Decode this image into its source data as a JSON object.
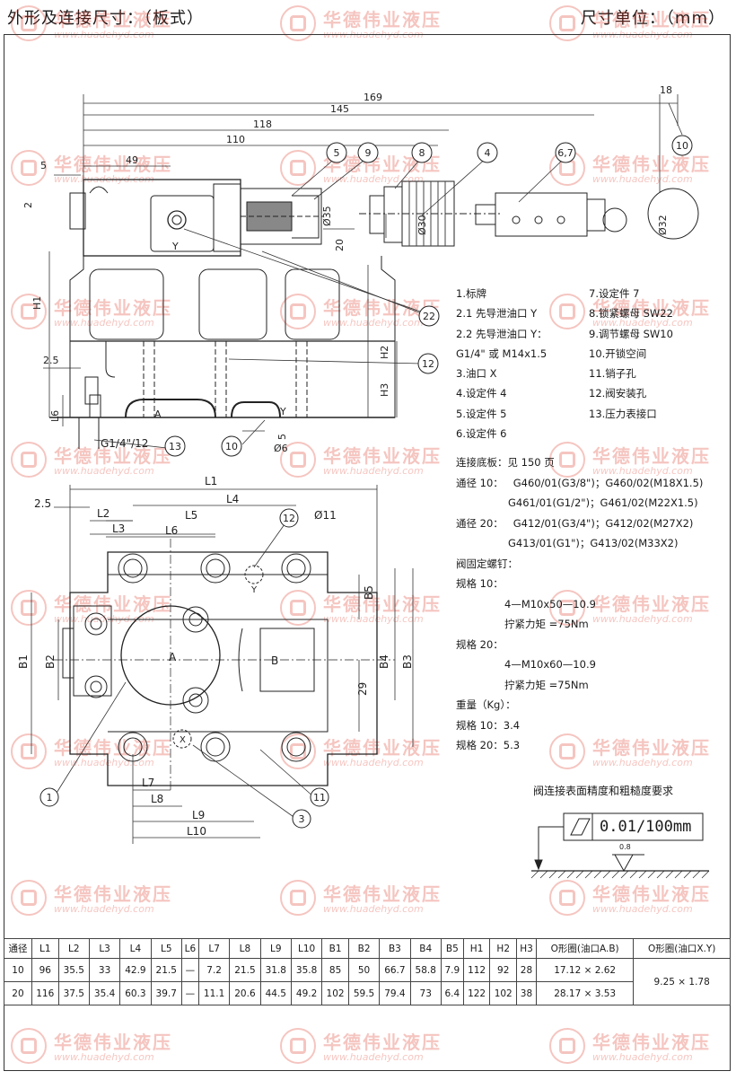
{
  "header": {
    "title": "外形及连接尺寸：（板式）",
    "unit": "尺寸单位：（mm）"
  },
  "watermark": {
    "company": "华德伟业液压",
    "url": "www.huadehyd.com",
    "color": "#dd3322"
  },
  "top_view": {
    "dims": [
      "169",
      "145",
      "118",
      "110",
      "49",
      "5",
      "2",
      "18",
      "H1",
      "H2",
      "H3",
      "2.5",
      "L6",
      "Ø35",
      "20",
      "Ø30",
      "Ø32",
      "Ø6",
      "5"
    ],
    "balloons": [
      "5",
      "9",
      "8",
      "4",
      "6,7",
      "10",
      "22",
      "12",
      "13",
      "10"
    ],
    "port_labels": [
      "Y",
      "A",
      "Y"
    ],
    "thread_label": "G1/4\"/12"
  },
  "legend_left": [
    "1.标牌",
    "2.1 先导泄油口 Y",
    "2.2 先导泄油口 Y：",
    "G1/4\" 或 M14x1.5",
    "3.油口 X",
    "4.设定件 4",
    "5.设定件 5",
    "6.设定件 6"
  ],
  "legend_right": [
    "7.设定件 7",
    "8.锁紧螺母 SW22",
    "9.调节螺母 SW10",
    "10.开锁空间",
    "11.销子孔",
    "12.阀安装孔",
    "13.压力表接口"
  ],
  "notes": {
    "subplate": "连接底板：见 150 页",
    "size10_label": "通径 10：",
    "size10_line1": "G460/01(G3/8\")；G460/02(M18X1.5)",
    "size10_line2": "G461/01(G1/2\")；G461/02(M22X1.5)",
    "size20_label": "通径 20：",
    "size20_line1": "G412/01(G3/4\")；G412/02(M27X2)",
    "size20_line2": "G413/01(G1\")；G413/02(M33X2)",
    "bolts_title": "阀固定螺钉：",
    "spec10": "规格 10：",
    "spec10_bolt": "4—M10x50—10.9",
    "spec10_torque": "拧紧力矩 =75Nm",
    "spec20": "规格 20：",
    "spec20_bolt": "4—M10x60—10.9",
    "spec20_torque": "拧紧力矩 =75Nm",
    "weight_title": "重量（Kg）：",
    "weight10": "规格 10：3.4",
    "weight20": "规格 20：5.3"
  },
  "bottom_view": {
    "dims": [
      "L1",
      "L4",
      "2.5",
      "L2",
      "L5",
      "L3",
      "L6",
      "Ø11",
      "B5",
      "B1",
      "B2",
      "B4",
      "B3",
      "29",
      "L7",
      "L8",
      "L9",
      "L10"
    ],
    "balloons": [
      "12",
      "1",
      "3",
      "11"
    ],
    "port_labels": [
      "A",
      "B",
      "X",
      "Y"
    ]
  },
  "surface": {
    "title": "阀连接表面精度和粗糙度要求",
    "tolerance": "0.01/100mm",
    "roughness": "0.8"
  },
  "table": {
    "headers": [
      "通径",
      "L1",
      "L2",
      "L3",
      "L4",
      "L5",
      "L6",
      "L7",
      "L8",
      "L9",
      "L10",
      "B1",
      "B2",
      "B3",
      "B4",
      "B5",
      "H1",
      "H2",
      "H3",
      "O形圈(油口A.B)",
      "O形圈(油口X.Y)"
    ],
    "rows": [
      [
        "10",
        "96",
        "35.5",
        "33",
        "42.9",
        "21.5",
        "—",
        "7.2",
        "21.5",
        "31.8",
        "35.8",
        "85",
        "50",
        "66.7",
        "58.8",
        "7.9",
        "112",
        "92",
        "28",
        "17.12 × 2.62"
      ],
      [
        "20",
        "116",
        "37.5",
        "35.4",
        "60.3",
        "39.7",
        "—",
        "11.1",
        "20.6",
        "44.5",
        "49.2",
        "102",
        "59.5",
        "79.4",
        "73",
        "6.4",
        "122",
        "102",
        "38",
        "28.17 × 3.53"
      ]
    ],
    "shared_xy_oring": "9.25 × 1.78"
  }
}
